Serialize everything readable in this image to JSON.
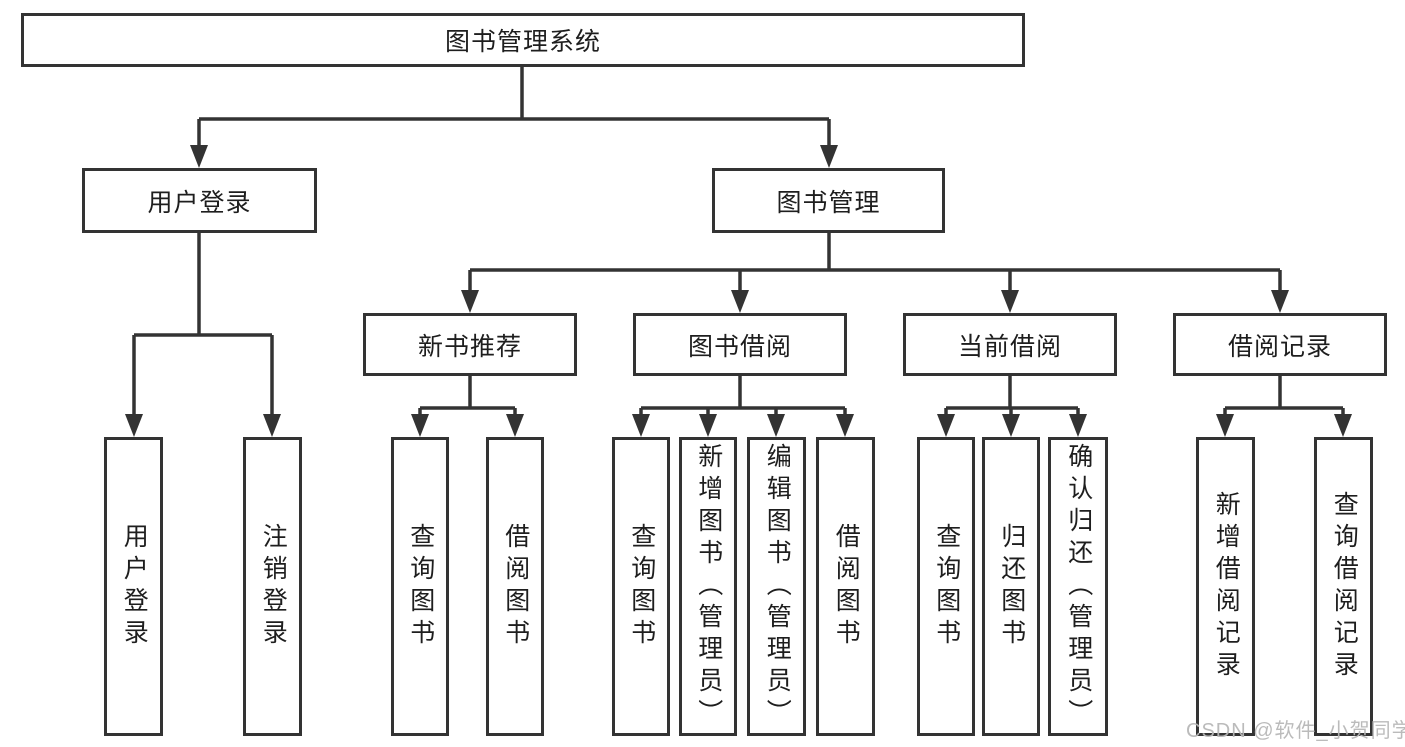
{
  "title": "图书管理系统",
  "watermark": "CSDN @软件_小贺同学",
  "level2": {
    "user_login": "用户登录",
    "book_mgmt": "图书管理"
  },
  "level3": {
    "new_books": "新书推荐",
    "borrow": "图书借阅",
    "current": "当前借阅",
    "records": "借阅记录"
  },
  "leaves": {
    "user_login": [
      "用户登录",
      "注销登录"
    ],
    "new_books": [
      "查询图书",
      "借阅图书"
    ],
    "borrow": [
      "查询图书",
      "新增图书（管理员）",
      "编辑图书（管理员）",
      "借阅图书"
    ],
    "current": [
      "查询图书",
      "归还图书",
      "确认归还（管理员）"
    ],
    "records": [
      "新增借阅记录",
      "查询借阅记录"
    ]
  }
}
